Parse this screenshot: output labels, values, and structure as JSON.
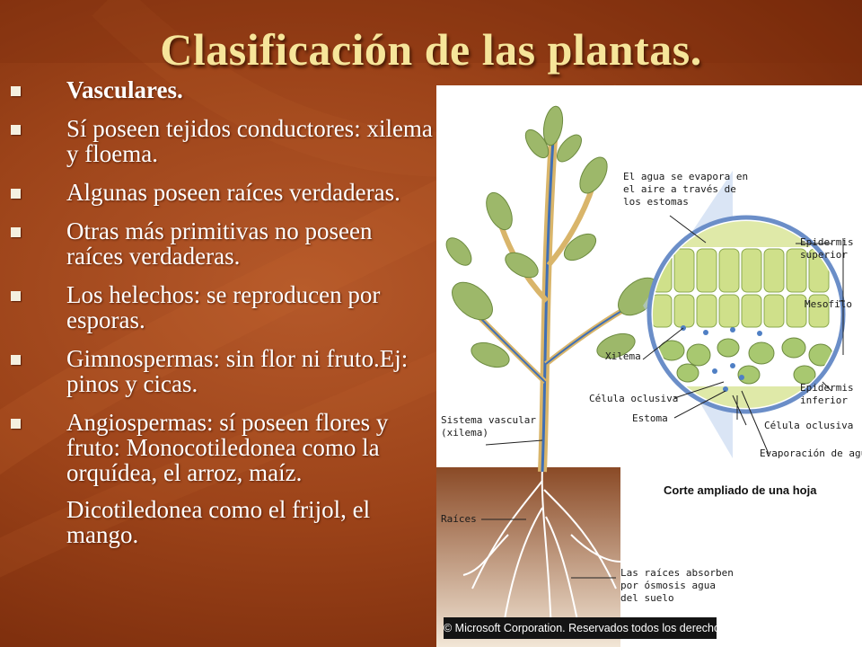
{
  "slide": {
    "title": "Clasificación de las plantas.",
    "bullets": [
      "Vasculares.",
      "Sí poseen tejidos conductores: xilema y floema.",
      "Algunas poseen raíces verdaderas.",
      "Otras más primitivas no poseen raíces verdaderas.",
      "Los helechos: se reproducen por esporas.",
      "Gimnospermas: sin flor ni fruto.Ej: pinos y cicas.",
      "Angiospermas: sí poseen flores y fruto: Monocotiledonea como la orquídea, el arroz, maíz."
    ],
    "continuation": "Dicotiledonea como el frijol, el mango."
  },
  "diagram": {
    "labels": {
      "evaporacion_estomas_1": "El agua se evapora en",
      "evaporacion_estomas_2": "el aire a través de",
      "evaporacion_estomas_3": "los estomas",
      "epidermis_superior_1": "Epidermis",
      "epidermis_superior_2": "superior",
      "mesofilo": "Mesofilo",
      "xilema": "Xilema",
      "epidermis_inferior_1": "Epidermis",
      "epidermis_inferior_2": "inferior",
      "celula_oclusiva_left": "Célula oclusiva",
      "estoma": "Estoma",
      "celula_oclusiva_right": "Célula oclusiva",
      "sistema_vascular_1": "Sistema vascular",
      "sistema_vascular_2": "(xilema)",
      "evaporacion_agua": "Evaporación de agua",
      "corte_hoja": "Corte ampliado de una hoja",
      "raices": "Raíces",
      "raices_absorben_1": "Las raíces absorben",
      "raices_absorben_2": "por ósmosis agua",
      "raices_absorben_3": "del suelo"
    },
    "copyright": "© Microsoft Corporation. Reservados todos los derechos."
  },
  "colors": {
    "background": "#9c4319",
    "title": "#f6e59a",
    "text": "#ffffff",
    "leaf": "#9db86a",
    "xylem": "#3f6fb5",
    "soil": "#9a5a32"
  }
}
